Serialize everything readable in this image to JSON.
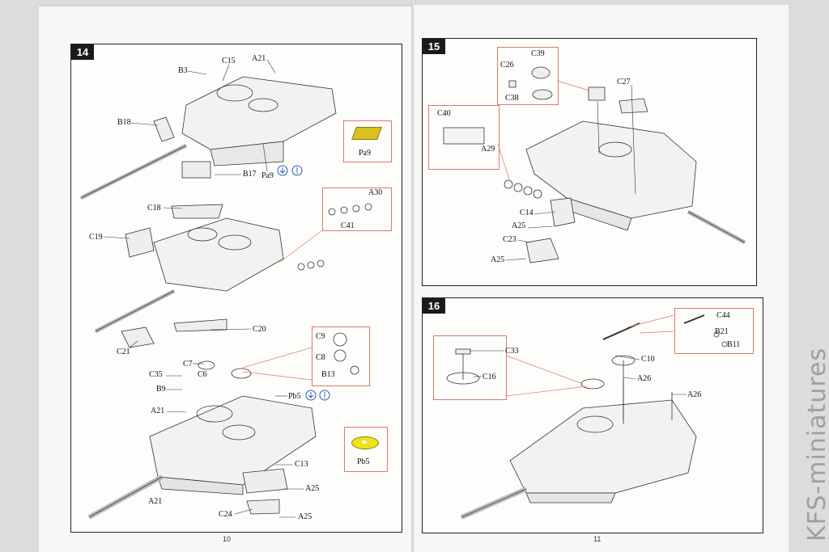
{
  "colors": {
    "callout_border": "#e0776a",
    "pa9_part": "#d8c020",
    "pb5_part": "#f0e21a",
    "badge": "#1a1a1a",
    "icon_blue": "#2a5db0"
  },
  "steps": {
    "s14": {
      "number": "14",
      "page": "10",
      "labels": {
        "b3": "B3",
        "c15": "C15",
        "a21_top": "A21",
        "b18": "B18",
        "b17": "B17",
        "pa9_ref": "Pa9",
        "c18": "C18",
        "c19": "C19",
        "c41": "C41",
        "a30": "A30",
        "c20": "C20",
        "c21": "C21",
        "c7": "C7",
        "c35": "C35",
        "c6": "C6",
        "b9": "B9",
        "a21_mid": "A21",
        "c9": "C9",
        "c8": "C8",
        "b13": "B13",
        "pb5_ref": "Pb5",
        "c13": "C13",
        "a25_a": "A25",
        "a21_bot": "A21",
        "c24": "C24",
        "a25_b": "A25"
      },
      "pa9_box_label": "Pa9",
      "pb5_box_label": "Pb5"
    },
    "s15": {
      "number": "15",
      "labels": {
        "c26": "C26",
        "c39": "C39",
        "c38": "C38",
        "c27": "C27",
        "c40": "C40",
        "a29": "A29",
        "c14": "C14",
        "a25_a": "A25",
        "c23": "C23",
        "a25_b": "A25"
      }
    },
    "s16": {
      "number": "16",
      "page": "11",
      "labels": {
        "c44": "C44",
        "b21": "B21",
        "b11": "B11",
        "c33": "C33",
        "c16": "C16",
        "c10": "C10",
        "a26_a": "A26",
        "a26_b": "A26"
      }
    }
  },
  "watermark": "KFS-miniatures",
  "icons": [
    "flip-part-icon",
    "align-mark-icon"
  ]
}
